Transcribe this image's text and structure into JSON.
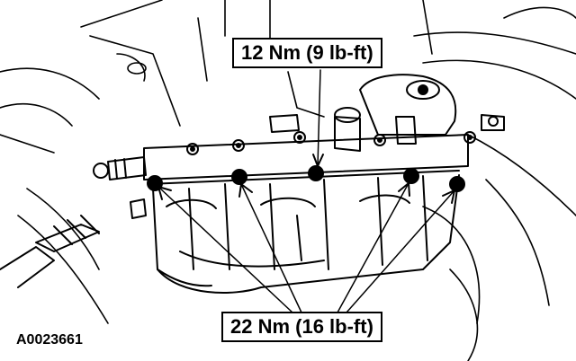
{
  "callouts": {
    "top": "12 Nm (9 lb-ft)",
    "bottom": "22 Nm (16 lb-ft)"
  },
  "figure_id": "A0023661",
  "colors": {
    "line": "#000000",
    "background": "#ffffff"
  }
}
